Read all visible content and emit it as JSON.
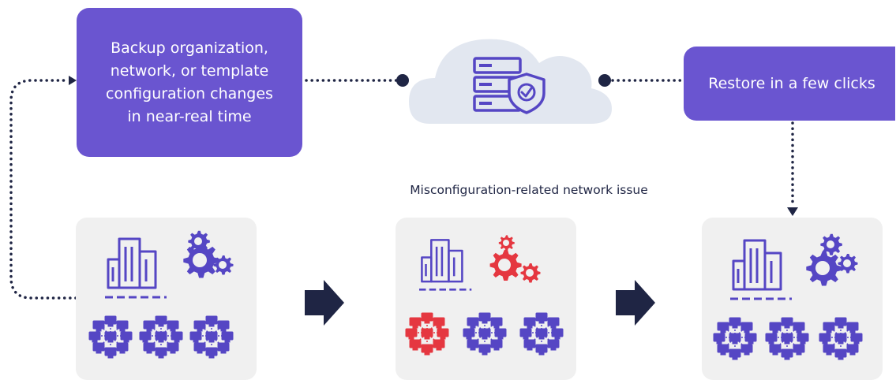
{
  "backup_box": {
    "text": "Backup organization,\nnetwork, or template\nconfiguration changes\nin near-real time"
  },
  "restore_box": {
    "text": "Restore in a few clicks"
  },
  "issue_caption": "Misconfiguration-related network issue",
  "icons": {
    "cloud": "cloud-server-shield-icon",
    "building": "office-building-icon",
    "gears": "gears-icon",
    "network": "network-topology-icon",
    "arrow": "right-arrow-icon"
  },
  "colors": {
    "accent": "#6a55d0",
    "icon": "#5546c4",
    "error": "#e53740",
    "dark_navy": "#1f2544",
    "cloud": "#e2e7f0",
    "panel": "#f0f0f0"
  }
}
